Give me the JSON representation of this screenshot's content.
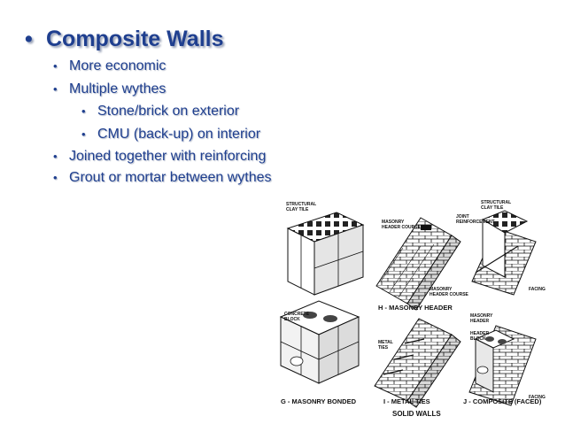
{
  "slide": {
    "title": "Composite Walls",
    "bullet_char": "•",
    "bullets": [
      "More economic",
      "Multiple wythes",
      "Stone/brick on exterior",
      "CMU (back-up) on interior",
      "Joined together with reinforcing",
      "Grout or mortar between wythes"
    ]
  },
  "figure": {
    "labels": {
      "structural_clay_tile_left": [
        "STRUCTURAL",
        "CLAY TILE"
      ],
      "masonry_header_course_top": [
        "MASONRY",
        "HEADER COURSE"
      ],
      "joint_reinforcement": [
        "JOINT",
        "REINFORCEMENT"
      ],
      "structural_clay_tile_right": [
        "STRUCTURAL",
        "CLAY TILE"
      ],
      "masonry_header_course_mid": [
        "MASONRY",
        "HEADER COURSE"
      ],
      "facing_top": "FACING",
      "concrete_block": [
        "CONCRETE",
        "BLOCK"
      ],
      "masonry_header_right": [
        "MASONRY",
        "HEADER"
      ],
      "metal_ties": [
        "METAL",
        "TIES"
      ],
      "header_block": [
        "HEADER",
        "BLOCK"
      ],
      "facing_bottom": "FACING"
    },
    "captions": {
      "h": "H - MASONRY HEADER",
      "g": "G - MASONRY BONDED",
      "i": "I - METAL TIES",
      "j": "J - COMPOSITE (FACED)"
    },
    "footer": "SOLID WALLS"
  }
}
